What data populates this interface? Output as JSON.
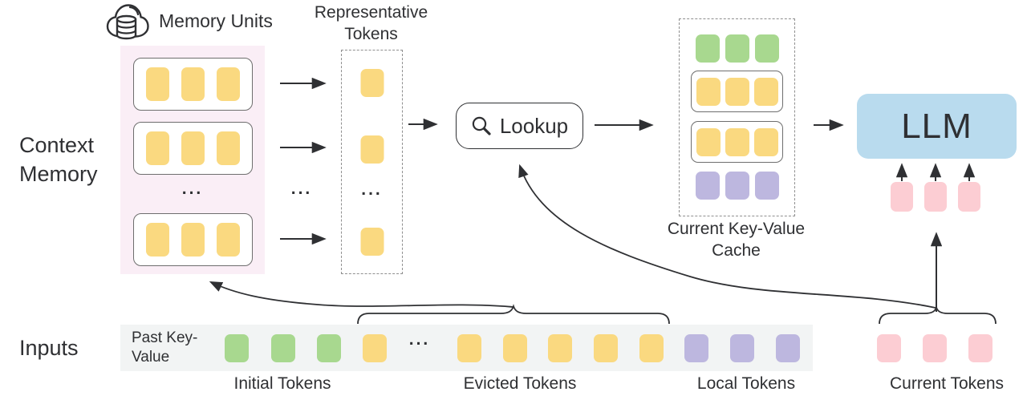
{
  "colors": {
    "token-yellow": "#FAD980",
    "token-green": "#A8D88F",
    "token-purple": "#BDB7DF",
    "token-pink": "#FCCDD3",
    "llm-blue": "#B9DBEE",
    "memory-bg": "#FAEEF6",
    "input-bar-bg": "#F2F4F4",
    "stroke-dark": "#2F3033",
    "border-gray": "#6E6E6E",
    "dash-gray": "#8F8F8F"
  },
  "diagram": {
    "context_memory": "Context Memory",
    "memory_units": "Memory Units",
    "representative_tokens": "Representative Tokens",
    "lookup": "Lookup",
    "current_kv_cache": "Current Key-Value Cache",
    "llm": "LLM",
    "inputs": "Inputs",
    "past_key_value": "Past Key-Value",
    "ellipsis": "...",
    "memory_unit_rows": 3,
    "tokens_per_unit": 3,
    "representative_token_count": 3,
    "cache_rows": [
      "initial",
      "memory-unit",
      "memory-unit",
      "local"
    ],
    "current_token_count": 3,
    "groups": {
      "initial": {
        "label": "Initial Tokens",
        "count": 3
      },
      "evicted": {
        "label": "Evicted Tokens",
        "count": 6
      },
      "local": {
        "label": "Local Tokens",
        "count": 3
      },
      "current": {
        "label": "Current Tokens",
        "count": 3
      }
    }
  }
}
